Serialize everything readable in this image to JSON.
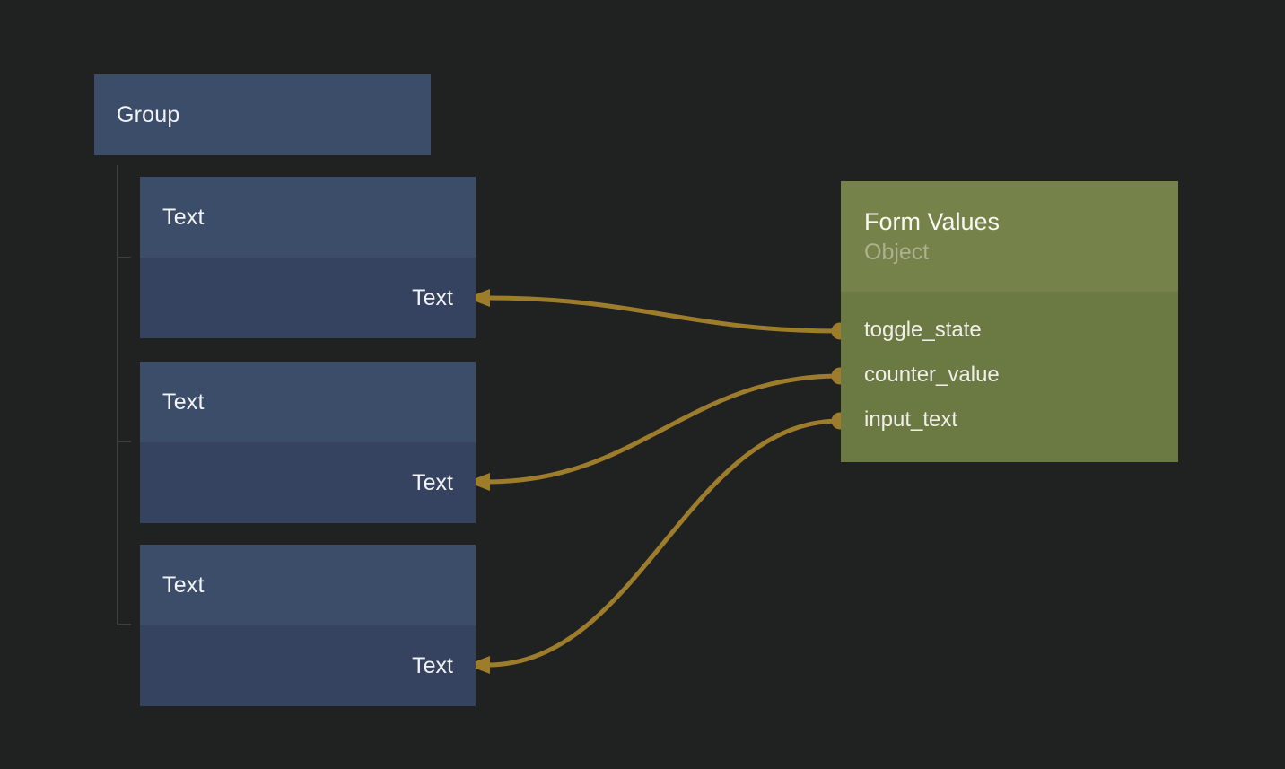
{
  "canvas": {
    "background": "#202121"
  },
  "colors": {
    "node_blue_header": "#3c4d69",
    "node_blue_body": "#354360",
    "node_olive_header": "#75824a",
    "node_olive_body": "#6b7943",
    "wire_gold": "#9d7c2c",
    "tree_line": "#3e3e3e",
    "text_primary": "#f1f3f5"
  },
  "group_node": {
    "title": "Group"
  },
  "text_nodes": [
    {
      "title": "Text",
      "input_label": "Text"
    },
    {
      "title": "Text",
      "input_label": "Text"
    },
    {
      "title": "Text",
      "input_label": "Text"
    }
  ],
  "form_values_node": {
    "title": "Form Values",
    "subtitle": "Object",
    "outputs": [
      {
        "label": "toggle_state"
      },
      {
        "label": "counter_value"
      },
      {
        "label": "input_text"
      }
    ]
  },
  "connections": [
    {
      "from": "toggle_state",
      "to": "text-node-1-input"
    },
    {
      "from": "counter_value",
      "to": "text-node-2-input"
    },
    {
      "from": "input_text",
      "to": "text-node-3-input"
    }
  ]
}
